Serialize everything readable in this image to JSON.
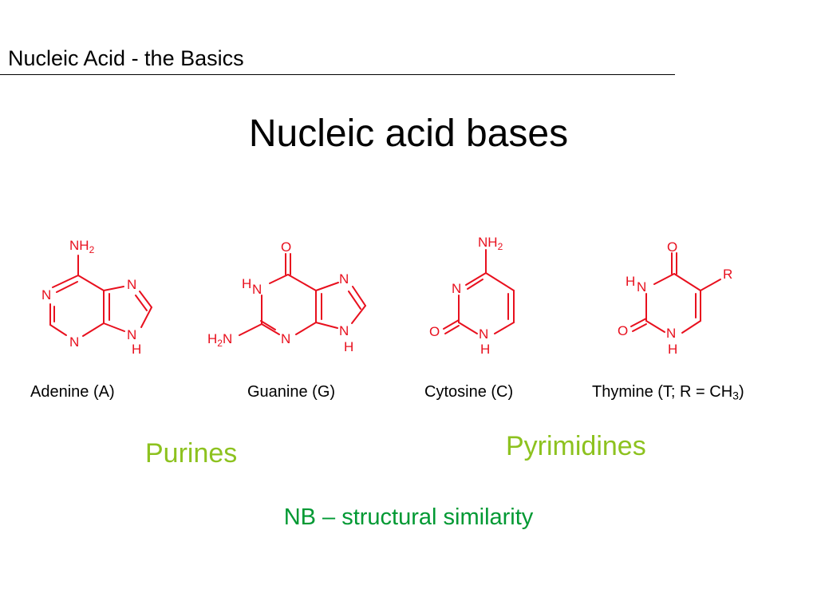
{
  "header": {
    "text": "Nucleic Acid - the Basics"
  },
  "main_title": "Nucleic acid bases",
  "colors": {
    "structure": "#e8101e",
    "group_label": "#8dc21f",
    "note": "#009933",
    "text": "#000000"
  },
  "molecules": {
    "adenine": {
      "name": "Adenine (A)",
      "atoms": {
        "nh2_main": "NH",
        "nh2_sub": "2",
        "n1": "N",
        "n3": "N",
        "n7": "N",
        "n9": "N",
        "h9": "H"
      }
    },
    "guanine": {
      "name": "Guanine (G)",
      "atoms": {
        "o6": "O",
        "h1": "H",
        "n1": "N",
        "n7": "N",
        "h2n_h": "H",
        "h2n_sub": "2",
        "h2n_n": "N",
        "n3": "N",
        "n9": "N",
        "h9": "H"
      }
    },
    "cytosine": {
      "name": "Cytosine (C)",
      "atoms": {
        "nh2_main": "NH",
        "nh2_sub": "2",
        "n3": "N",
        "o2": "O",
        "n1": "N",
        "h1": "H"
      }
    },
    "thymine": {
      "name_main": "Thymine (T; R = CH",
      "name_sub": "3",
      "name_end": ")",
      "atoms": {
        "o4": "O",
        "r": "R",
        "h3": "H",
        "n3": "N",
        "o2": "O",
        "n1": "N",
        "h1": "H"
      }
    }
  },
  "groups": {
    "purines": "Purines",
    "pyrimidines": "Pyrimidines"
  },
  "note": "NB – structural similarity"
}
